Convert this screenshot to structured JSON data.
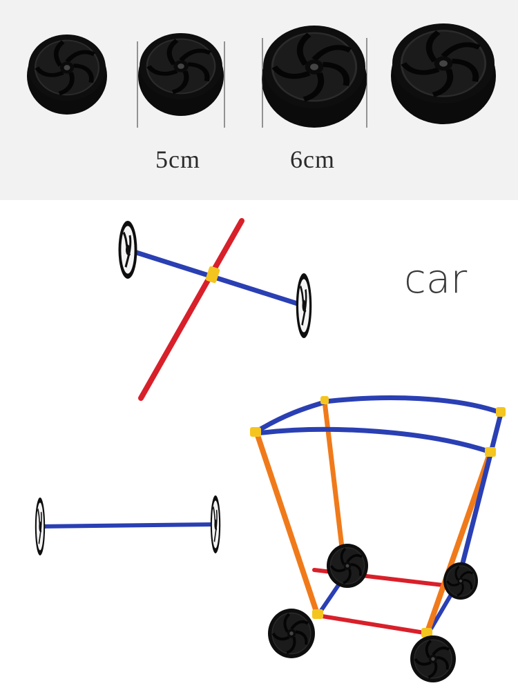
{
  "labels": {
    "small_wheel_size": "5cm",
    "large_wheel_size": "6cm",
    "caption": "car"
  },
  "colors": {
    "top_background": "#f2f2f2",
    "wheel": "#111111",
    "axle_blue": "#2a3fb3",
    "rod_red": "#d8202a",
    "frame_orange": "#f07a1a",
    "connector_yellow": "#f5c51f"
  }
}
